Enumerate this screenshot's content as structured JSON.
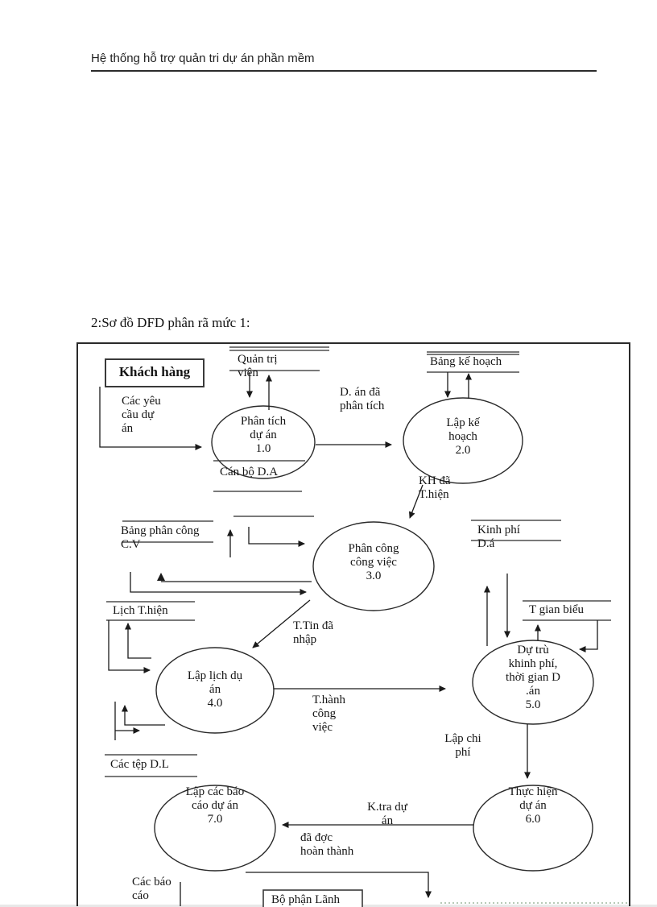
{
  "page": {
    "header": "Hệ thống hỗ trợ quản tri dự án phần mềm",
    "section_title": "2:Sơ  đồ DFD phân rã mức 1:"
  },
  "diagram": {
    "entities": {
      "khach_hang": "Khách hàng",
      "bo_phan_lanh": "Bộ phận Lãnh"
    },
    "stores": {
      "quan_tri_vien": "Quản trị\nviên",
      "bang_ke_hoach": "Bảng kế hoạch",
      "can_bo_da": "Cán bộ D.A",
      "bang_phan_cong": "Bảng phân công\nC.V",
      "lich_thien": "Lịch T.hiện",
      "kinh_phi": "Kinh phí\nD.á",
      "t_gian_bieu": "T gian biểu",
      "cac_tep_dl": "Các tệp D.L"
    },
    "processes": {
      "p1": "Phân tích\ndự án\n1.0",
      "p2": "Lập kế\nhoạch\n2.0",
      "p3": "Phân công\ncông việc\n3.0",
      "p4": "Lập lịch dụ\nán\n4.0",
      "p5": "Dự trù\nkhinh phí,\nthời gian D\n.án\n5.0",
      "p6": "Thực hiện\ndự án\n6.0",
      "p7": "Lập các báo\ncáo dự án\n7.0"
    },
    "flows": {
      "cac_yeu_cau": "Các yêu\ncầu dự\nán",
      "d_an_da_phan_tich": "D. án đã\nphân tích",
      "kh_da_thien": "KH đã\nT.hiện",
      "ttin_da_nhap": "T.Tin đã\nnhập",
      "thanh_cong_viec": "T.hành\ncông\nviệc",
      "lap_chi_phi": "Lập chi\nphí",
      "ktra_du_an": "K.tra dự\nán",
      "da_doc_hoan_thanh": "đã đợc\nhoàn thành",
      "cac_bao_cao": "Các báo\ncáo"
    }
  }
}
